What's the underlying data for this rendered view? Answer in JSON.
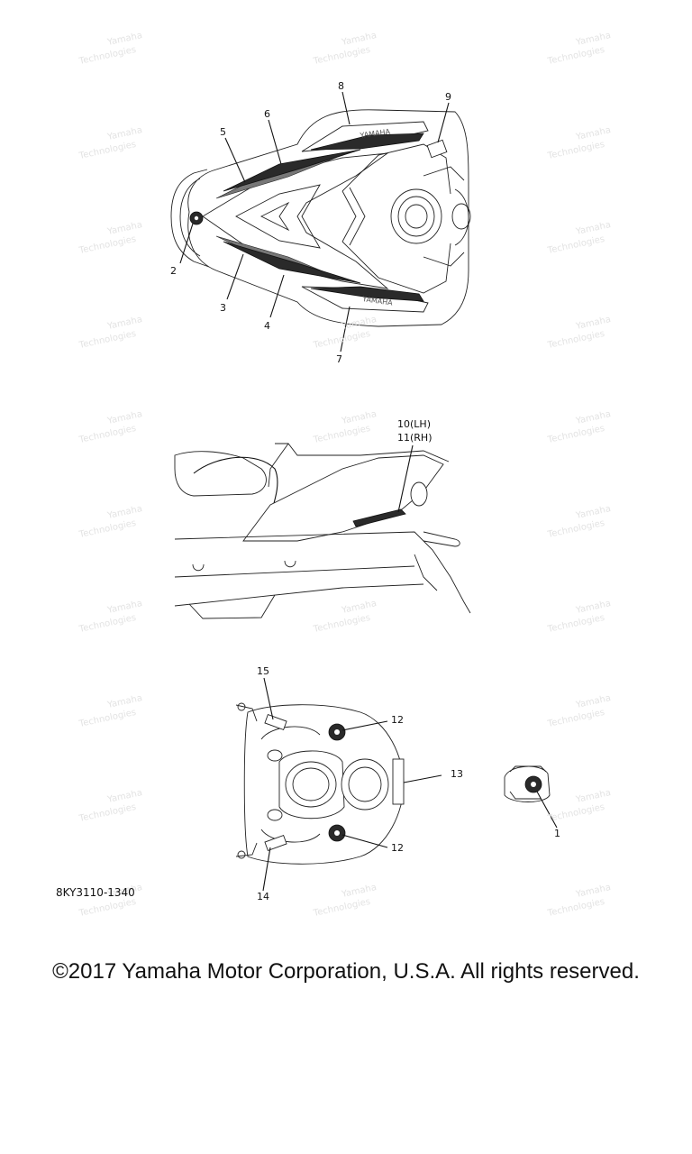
{
  "diagram": {
    "code": "8KY3110-1340",
    "copyright": "©2017 Yamaha Motor Corporation, U.S.A. All rights reserved.",
    "callouts": {
      "c1": "1",
      "c2": "2",
      "c3": "3",
      "c4": "4",
      "c5": "5",
      "c6": "6",
      "c7": "7",
      "c8": "8",
      "c9": "9",
      "c10": "10(LH)",
      "c11": "11(RH)",
      "c12a": "12",
      "c12b": "12",
      "c13": "13",
      "c14": "14",
      "c15": "15"
    },
    "watermark": [
      "Yamaha",
      "Technologies"
    ],
    "decal_text": "YAMAHA"
  }
}
